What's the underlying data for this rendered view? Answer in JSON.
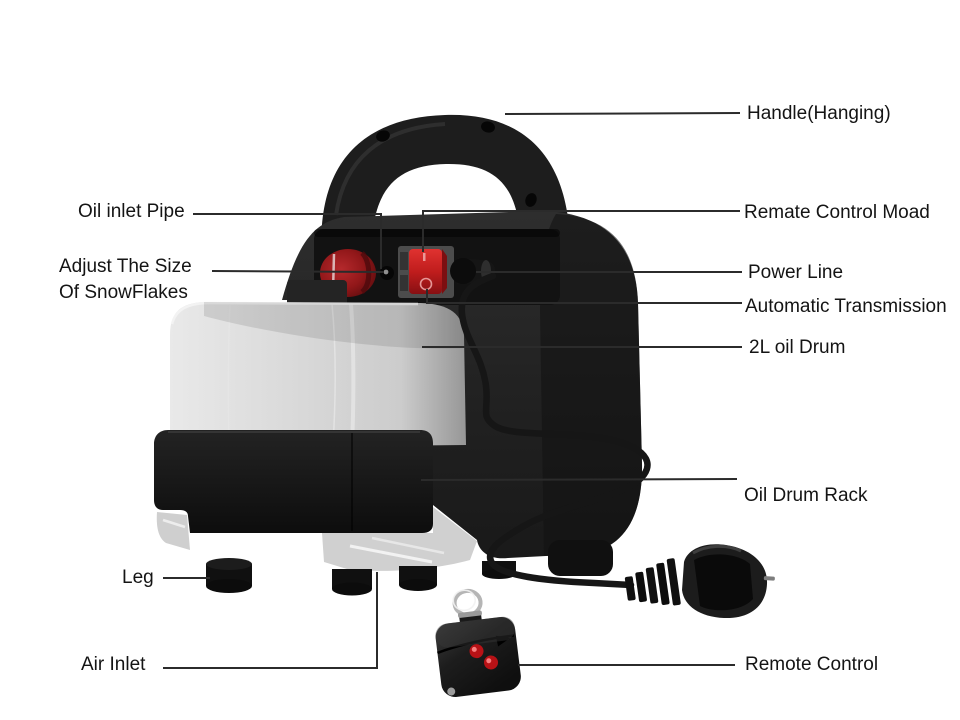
{
  "page": {
    "background": "#ffffff",
    "description": "Snow machine product parts diagram"
  },
  "labels": {
    "handle": "Handle(Hanging)",
    "oil_inlet_pipe": "Oil inlet Pipe",
    "adjust_size_line1": "Adjust The Size",
    "adjust_size_line2": "Of SnowFlakes",
    "remote_control_mode": "Remate Control Moad",
    "power_line": "Power Line",
    "automatic_transmission": "Automatic Transmission",
    "oil_drum": "2L oil Drum",
    "oil_drum_rack": "Oil Drum Rack",
    "leg": "Leg",
    "air_inlet": "Air Inlet",
    "remote_control": "Remote Control"
  },
  "colors": {
    "text": "#141414",
    "leader_line": "#2b2b2b",
    "machine_body": "#222222",
    "panel_recess": "#141414",
    "accent_red": "#c4191c",
    "drum_gray": "#d7d7d7",
    "rack_black": "#121212",
    "metal_silver": "#b5b5b5"
  }
}
